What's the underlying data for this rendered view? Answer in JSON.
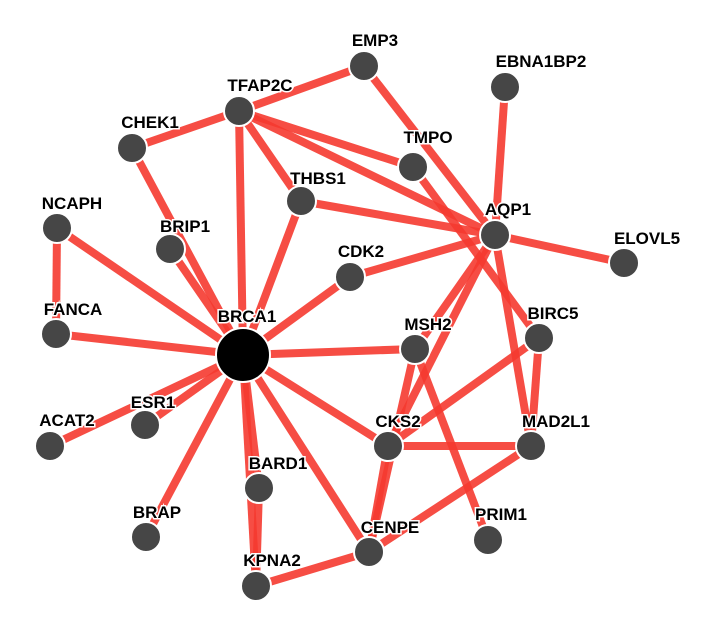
{
  "colors": {
    "edge": "#f53a30",
    "node": "#464646",
    "hub": "#000000",
    "background": "#ffffff"
  },
  "nodes": [
    {
      "id": "BRCA1",
      "label": "BRCA1",
      "hub": true
    },
    {
      "id": "EMP3",
      "label": "EMP3"
    },
    {
      "id": "EBNA1BP2",
      "label": "EBNA1BP2"
    },
    {
      "id": "TFAP2C",
      "label": "TFAP2C"
    },
    {
      "id": "CHEK1",
      "label": "CHEK1"
    },
    {
      "id": "TMPO",
      "label": "TMPO"
    },
    {
      "id": "THBS1",
      "label": "THBS1"
    },
    {
      "id": "AQP1",
      "label": "AQP1"
    },
    {
      "id": "ELOVL5",
      "label": "ELOVL5"
    },
    {
      "id": "NCAPH",
      "label": "NCAPH"
    },
    {
      "id": "BRIP1",
      "label": "BRIP1"
    },
    {
      "id": "CDK2",
      "label": "CDK2"
    },
    {
      "id": "FANCA",
      "label": "FANCA"
    },
    {
      "id": "MSH2",
      "label": "MSH2"
    },
    {
      "id": "BIRC5",
      "label": "BIRC5"
    },
    {
      "id": "ACAT2",
      "label": "ACAT2"
    },
    {
      "id": "ESR1",
      "label": "ESR1"
    },
    {
      "id": "CKS2",
      "label": "CKS2"
    },
    {
      "id": "MAD2L1",
      "label": "MAD2L1"
    },
    {
      "id": "BARD1",
      "label": "BARD1"
    },
    {
      "id": "BRAP",
      "label": "BRAP"
    },
    {
      "id": "PRIM1",
      "label": "PRIM1"
    },
    {
      "id": "CENPE",
      "label": "CENPE"
    },
    {
      "id": "KPNA2",
      "label": "KPNA2"
    }
  ],
  "edges": [
    [
      "BRCA1",
      "TFAP2C"
    ],
    [
      "BRCA1",
      "CHEK1"
    ],
    [
      "BRCA1",
      "BRIP1"
    ],
    [
      "BRCA1",
      "NCAPH"
    ],
    [
      "BRCA1",
      "FANCA"
    ],
    [
      "BRCA1",
      "ACAT2"
    ],
    [
      "BRCA1",
      "ESR1"
    ],
    [
      "BRCA1",
      "BRAP"
    ],
    [
      "BRCA1",
      "BARD1"
    ],
    [
      "BRCA1",
      "KPNA2"
    ],
    [
      "BRCA1",
      "CENPE"
    ],
    [
      "BRCA1",
      "CKS2"
    ],
    [
      "BRCA1",
      "MSH2"
    ],
    [
      "BRCA1",
      "CDK2"
    ],
    [
      "BRCA1",
      "THBS1"
    ],
    [
      "NCAPH",
      "FANCA"
    ],
    [
      "CHEK1",
      "TFAP2C"
    ],
    [
      "TFAP2C",
      "EMP3"
    ],
    [
      "TFAP2C",
      "TMPO"
    ],
    [
      "TFAP2C",
      "THBS1"
    ],
    [
      "TFAP2C",
      "AQP1"
    ],
    [
      "EMP3",
      "AQP1"
    ],
    [
      "EBNA1BP2",
      "AQP1"
    ],
    [
      "TMPO",
      "BIRC5"
    ],
    [
      "THBS1",
      "AQP1"
    ],
    [
      "CDK2",
      "AQP1"
    ],
    [
      "AQP1",
      "ELOVL5"
    ],
    [
      "AQP1",
      "MSH2"
    ],
    [
      "AQP1",
      "MAD2L1"
    ],
    [
      "AQP1",
      "CKS2"
    ],
    [
      "MSH2",
      "CENPE"
    ],
    [
      "MSH2",
      "PRIM1"
    ],
    [
      "BIRC5",
      "MAD2L1"
    ],
    [
      "BIRC5",
      "CKS2"
    ],
    [
      "CKS2",
      "MAD2L1"
    ],
    [
      "CKS2",
      "CENPE"
    ],
    [
      "MAD2L1",
      "CENPE"
    ],
    [
      "KPNA2",
      "CENPE"
    ],
    [
      "BARD1",
      "KPNA2"
    ]
  ]
}
